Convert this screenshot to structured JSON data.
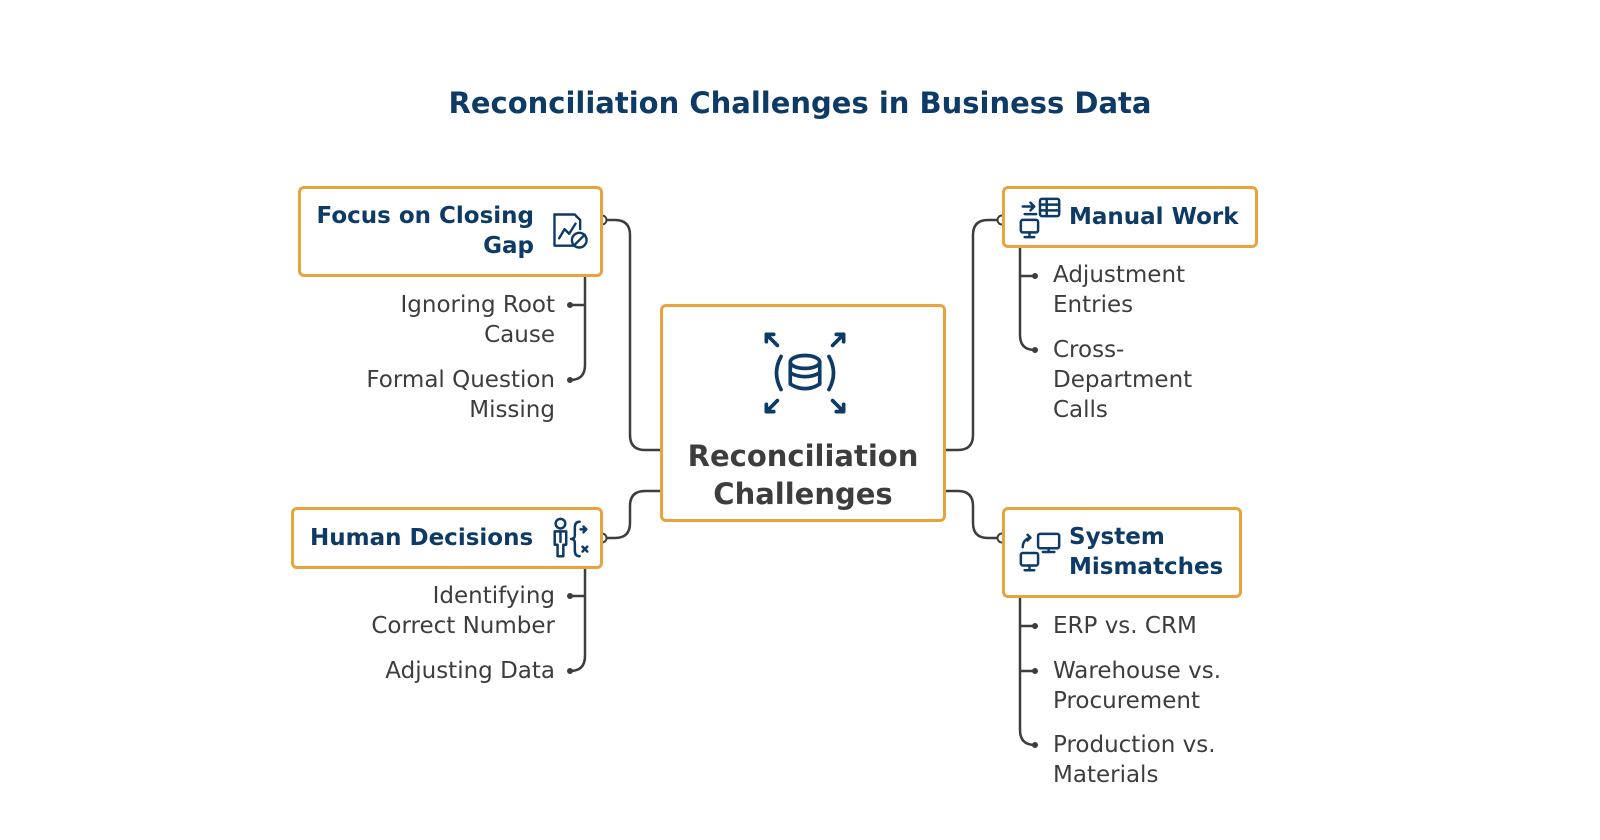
{
  "title": "Reconciliation Challenges in Business Data",
  "center": {
    "label_line1": "Reconciliation",
    "label_line2": "Challenges",
    "icon": "database-expand-icon"
  },
  "branches": {
    "focus": {
      "title_line1": "Focus on Closing",
      "title_line2": "Gap",
      "icon": "chart-blocked-icon",
      "items": [
        {
          "line1": "Ignoring Root",
          "line2": "Cause"
        },
        {
          "line1": "Formal Question",
          "line2": "Missing"
        }
      ]
    },
    "human": {
      "title": "Human Decisions",
      "icon": "person-decision-icon",
      "items": [
        {
          "line1": "Identifying",
          "line2": "Correct Number"
        },
        {
          "line1": "Adjusting Data",
          "line2": ""
        }
      ]
    },
    "manual": {
      "title": "Manual Work",
      "icon": "computer-spreadsheet-icon",
      "items": [
        {
          "line1": "Adjustment",
          "line2": "Entries",
          "line3": ""
        },
        {
          "line1": "Cross-",
          "line2": "Department",
          "line3": "Calls"
        }
      ]
    },
    "system": {
      "title_line1": "System",
      "title_line2": "Mismatches",
      "icon": "computers-sync-icon",
      "items": [
        {
          "line1": "ERP vs. CRM",
          "line2": ""
        },
        {
          "line1": "Warehouse vs.",
          "line2": "Procurement"
        },
        {
          "line1": "Production vs.",
          "line2": "Materials"
        }
      ]
    }
  },
  "colors": {
    "box_border": "#e8a33d",
    "title_text": "#0e3a66",
    "body_text": "#3d3d3d",
    "connector": "#3d3d3d"
  }
}
